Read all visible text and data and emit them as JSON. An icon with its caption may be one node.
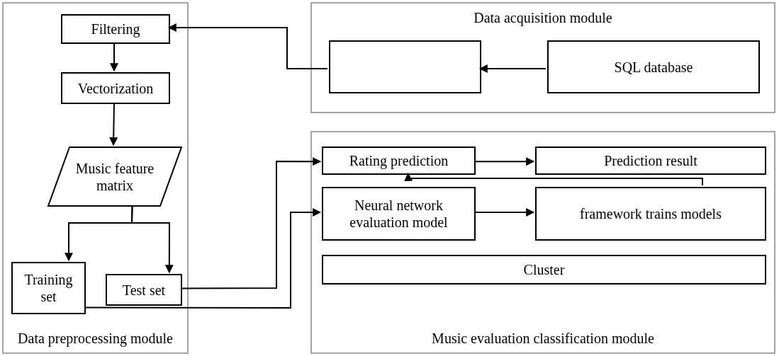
{
  "diagram": {
    "nodes": [
      {
        "text": [
          "Data preprocessing module"
        ]
      },
      {
        "text": [
          "Filtering"
        ],
        "in": 0
      },
      {
        "text": [
          "Vectorization"
        ],
        "in": 0
      },
      {
        "text": [
          "Music feature matrix"
        ],
        "in": 0
      },
      {
        "text": [
          "Training set"
        ],
        "in": 0
      },
      {
        "text": [
          "Test set"
        ],
        "in": 0
      },
      {
        "text": [
          "Data acquisition module"
        ]
      },
      {
        "text": [],
        "shape": "box",
        "in": 6
      },
      {
        "text": [
          "SQL database"
        ],
        "in": 6
      },
      {
        "text": [
          "Music evaluation classification module"
        ]
      },
      {
        "text": [
          "Rating prediction"
        ],
        "in": 9
      },
      {
        "text": [
          "Prediction result"
        ],
        "in": 9
      },
      {
        "text": [
          "Neural network evaluation model"
        ],
        "in": 9
      },
      {
        "text": [
          "framework trains models"
        ],
        "in": 9
      },
      {
        "text": [
          "Cluster"
        ],
        "in": 9
      }
    ],
    "edges": [
      {
        "from": 1,
        "to": 2,
        "arrow": "to"
      },
      {
        "from": 2,
        "to": 3,
        "arrow": "to"
      },
      {
        "from": 3,
        "to": 4,
        "arrow": "to"
      },
      {
        "from": 3,
        "to": 5,
        "arrow": "to"
      },
      {
        "from": 7,
        "to": 1,
        "arrow": "to"
      },
      {
        "from": 8,
        "to": 7,
        "arrow": "to"
      },
      {
        "from": 5,
        "to": 10,
        "arrow": "to"
      },
      {
        "from": 4,
        "to": 12,
        "arrow": "to"
      },
      {
        "from": 10,
        "to": 11,
        "arrow": "to"
      },
      {
        "from": 12,
        "to": 13,
        "arrow": "to"
      },
      {
        "from": 13,
        "to": 10,
        "arrow": "to"
      }
    ]
  }
}
